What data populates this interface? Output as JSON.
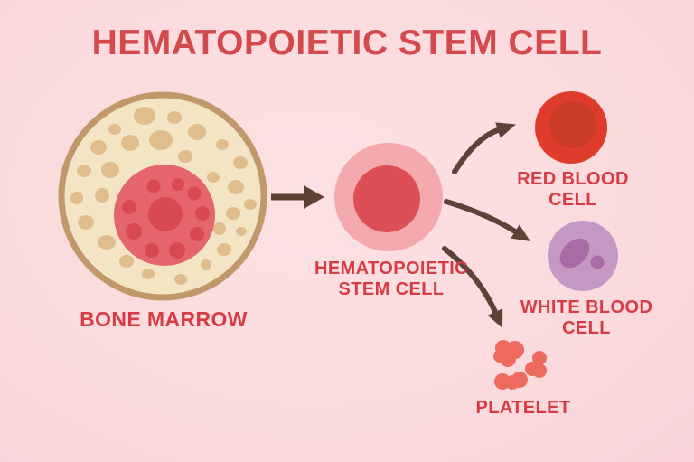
{
  "title": "HEMATOPOIETIC STEM CELL",
  "colors": {
    "background": "#fbdcdf",
    "title_red": "#d4494b",
    "label_red": "#d63c44",
    "arrow_brown": "#5e4238",
    "bone_marrow_border": "#c2976a",
    "bone_marrow_fill": "#f3e5c4",
    "bone_marrow_spots": "#e1bd8e",
    "bone_marrow_nucleus": "#e4666c",
    "bone_marrow_nucleus_spots": "#d84950",
    "stem_cell_outer": "#f3a9ae",
    "stem_cell_inner": "#dc4f55",
    "red_blood_cell_outer": "#e03c2c",
    "red_blood_cell_inner": "#ca3b28",
    "white_blood_cell_body": "#c597c3",
    "white_blood_cell_nucleus": "#a76ba5",
    "platelet": "#ee6a5e"
  },
  "diagram": {
    "bone_marrow": {
      "label": "BONE MARROW"
    },
    "stem_cell": {
      "label_lines": [
        "HEMATOPOIETIC",
        "STEM CELL"
      ]
    },
    "red_blood_cell": {
      "label_lines": [
        "RED BLOOD",
        "CELL"
      ]
    },
    "white_blood_cell": {
      "label_lines": [
        "WHITE BLOOD",
        "CELL"
      ]
    },
    "platelet": {
      "label": "PLATELET"
    }
  }
}
